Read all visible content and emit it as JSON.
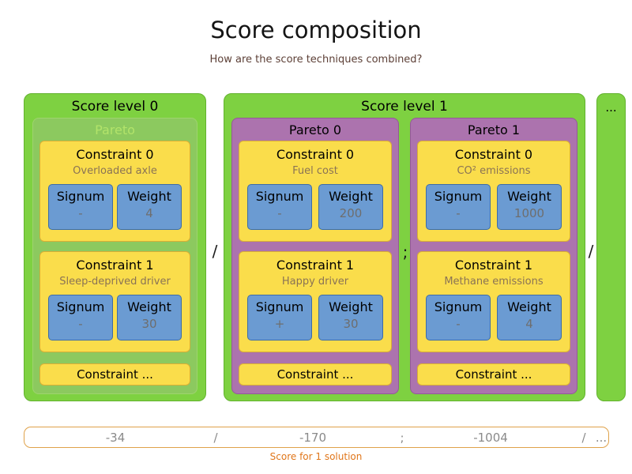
{
  "title": "Score composition",
  "subtitle": "How are the score techniques combined?",
  "separators": {
    "level0_level1": "/",
    "pareto0_pareto1": ";",
    "level1_more": "/",
    "more_levels": "..."
  },
  "levels": [
    {
      "label": "Score level 0",
      "groups": [
        {
          "label": "Pareto",
          "constraints": [
            {
              "title": "Constraint 0",
              "subtitle": "Overloaded axle",
              "signum_label": "Signum",
              "signum_value": "-",
              "weight_label": "Weight",
              "weight_value": "4"
            },
            {
              "title": "Constraint 1",
              "subtitle": "Sleep-deprived driver",
              "signum_label": "Signum",
              "signum_value": "-",
              "weight_label": "Weight",
              "weight_value": "30"
            },
            {
              "title": "Constraint ..."
            }
          ]
        }
      ]
    },
    {
      "label": "Score level 1",
      "groups": [
        {
          "label": "Pareto 0",
          "constraints": [
            {
              "title": "Constraint 0",
              "subtitle": "Fuel cost",
              "signum_label": "Signum",
              "signum_value": "-",
              "weight_label": "Weight",
              "weight_value": "200"
            },
            {
              "title": "Constraint 1",
              "subtitle": "Happy driver",
              "signum_label": "Signum",
              "signum_value": "+",
              "weight_label": "Weight",
              "weight_value": "30"
            },
            {
              "title": "Constraint ..."
            }
          ]
        },
        {
          "label": "Pareto 1",
          "constraints": [
            {
              "title": "Constraint 0",
              "subtitle": "CO² emissions",
              "signum_label": "Signum",
              "signum_value": "-",
              "weight_label": "Weight",
              "weight_value": "1000"
            },
            {
              "title": "Constraint 1",
              "subtitle": "Methane emissions",
              "signum_label": "Signum",
              "signum_value": "-",
              "weight_label": "Weight",
              "weight_value": "4"
            },
            {
              "title": "Constraint ..."
            }
          ]
        }
      ]
    }
  ],
  "score_bar": {
    "values": [
      "-34",
      "/",
      "-170",
      ";",
      "-1004",
      "/",
      "..."
    ],
    "caption": "Score for 1 solution"
  },
  "colors": {
    "level_green": "#7ed141",
    "pareto_inner_green": "#8cc95f",
    "pareto_purple": "#ac73ae",
    "constraint_yellow": "#fadd4b",
    "signum_weight_blue": "#6b9bd2",
    "score_bar_border_orange": "#e0a24a",
    "caption_orange": "#e0761a"
  }
}
